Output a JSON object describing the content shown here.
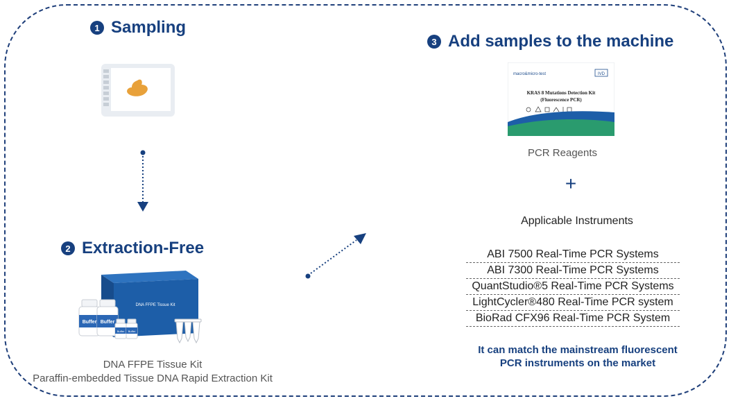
{
  "steps": {
    "sampling": {
      "num": "1",
      "title": "Sampling"
    },
    "extraction": {
      "num": "2",
      "title": "Extraction-Free"
    },
    "add": {
      "num": "3",
      "title": "Add samples to the machine"
    }
  },
  "extraction_kit": {
    "box_label": "DNA FFPE Tissue Kit",
    "bottle_label": "Buffer",
    "caption_line1": "DNA FFPE Tissue Kit",
    "caption_line2": "Paraffin-embedded Tissue DNA Rapid Extraction Kit"
  },
  "reagent": {
    "brand": "macro&micro-test",
    "ivd": "IVD",
    "kit_name_line1": "KRAS 8 Mutations Detection Kit",
    "kit_name_line2": "(Fluorescence PCR)",
    "caption": "PCR Reagents"
  },
  "plus_sign": "+",
  "instruments": {
    "heading": "Applicable Instruments",
    "items": [
      "ABI 7500 Real-Time PCR Systems",
      "ABI 7300 Real-Time PCR Systems",
      "QuantStudio®5 Real-Time PCR Systems",
      "LightCycler®480 Real-Time PCR system",
      "BioRad CFX96 Real-Time PCR System"
    ]
  },
  "note": {
    "line1": "It can match the mainstream fluorescent",
    "line2": "PCR instruments on the market"
  },
  "colors": {
    "primary": "#17407f",
    "tissue": "#e8a13a",
    "kit_blue": "#1d5ea8"
  }
}
